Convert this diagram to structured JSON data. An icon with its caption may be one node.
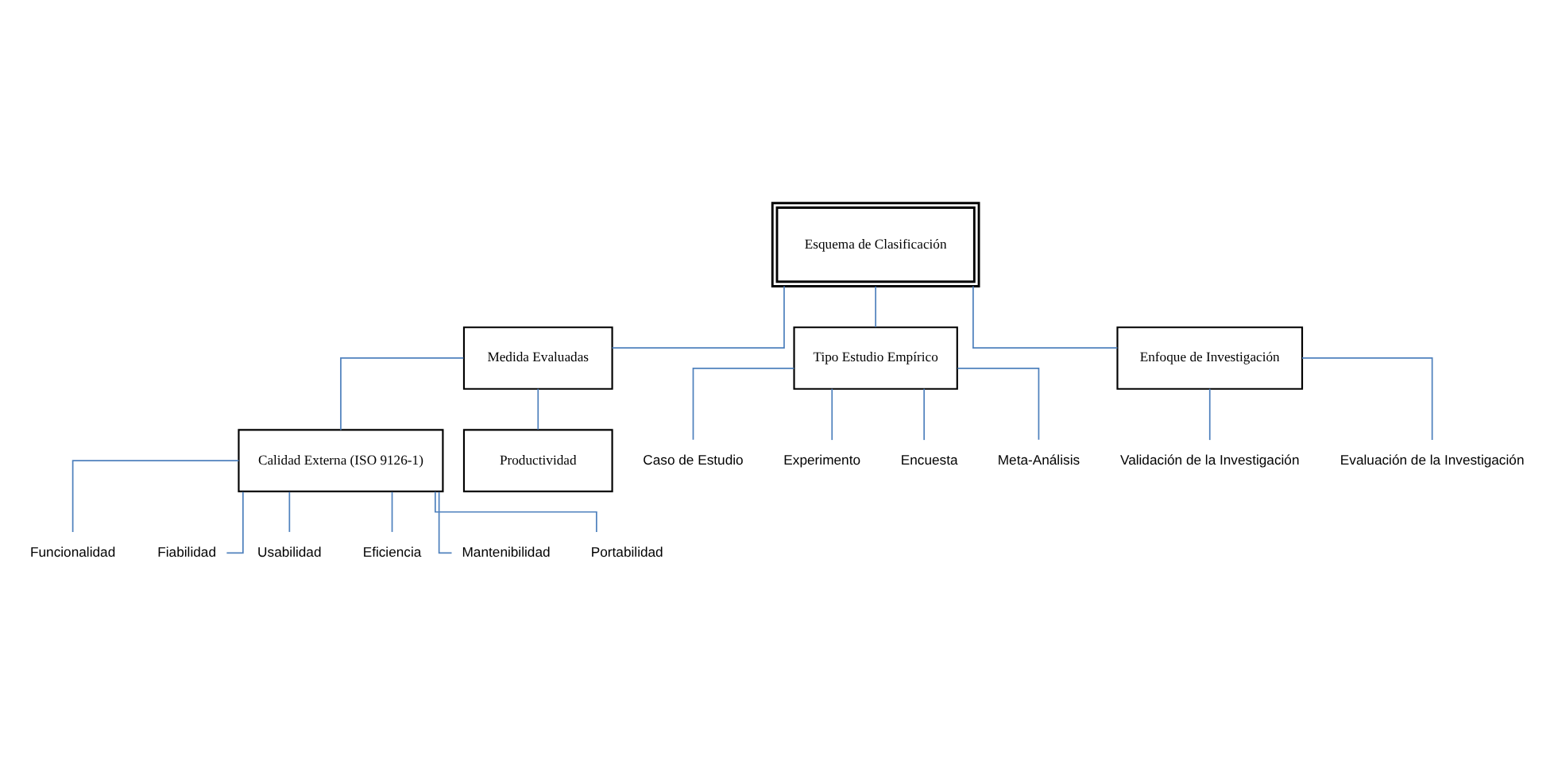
{
  "diagram": {
    "nodes": [
      {
        "text": [
          "Esquema de Clasificación"
        ]
      },
      {
        "text": [
          "Medida Evaluadas"
        ]
      },
      {
        "text": [
          "Tipo Estudio Empírico"
        ]
      },
      {
        "text": [
          "Enfoque de Investigación"
        ]
      },
      {
        "text": [
          "Calidad Externa (ISO 9126-1)"
        ]
      },
      {
        "text": [
          "Productividad"
        ]
      },
      {
        "text": [
          "Funcionalidad"
        ]
      },
      {
        "text": [
          "Fiabilidad"
        ]
      },
      {
        "text": [
          "Usabilidad"
        ]
      },
      {
        "text": [
          "Eficiencia"
        ]
      },
      {
        "text": [
          "Mantenibilidad"
        ]
      },
      {
        "text": [
          "Portabilidad"
        ]
      },
      {
        "text": [
          "Caso de Estudio"
        ]
      },
      {
        "text": [
          "Experimento"
        ]
      },
      {
        "text": [
          "Encuesta"
        ]
      },
      {
        "text": [
          "Meta-Análisis"
        ]
      },
      {
        "text": [
          "Validación de la Investigación"
        ]
      },
      {
        "text": [
          "Evaluación de la Investigación"
        ]
      }
    ],
    "edges": [
      {
        "from": 0,
        "to": 1,
        "arrow": "none"
      },
      {
        "from": 0,
        "to": 2,
        "arrow": "none"
      },
      {
        "from": 0,
        "to": 3,
        "arrow": "none"
      },
      {
        "from": 1,
        "to": 4,
        "arrow": "none"
      },
      {
        "from": 1,
        "to": 5,
        "arrow": "none"
      },
      {
        "from": 4,
        "to": 6,
        "arrow": "none"
      },
      {
        "from": 4,
        "to": 7,
        "arrow": "none"
      },
      {
        "from": 4,
        "to": 8,
        "arrow": "none"
      },
      {
        "from": 4,
        "to": 9,
        "arrow": "none"
      },
      {
        "from": 4,
        "to": 10,
        "arrow": "none"
      },
      {
        "from": 4,
        "to": 11,
        "arrow": "none"
      },
      {
        "from": 2,
        "to": 12,
        "arrow": "none"
      },
      {
        "from": 2,
        "to": 13,
        "arrow": "none"
      },
      {
        "from": 2,
        "to": 14,
        "arrow": "none"
      },
      {
        "from": 2,
        "to": 15,
        "arrow": "none"
      },
      {
        "from": 3,
        "to": 16,
        "arrow": "none"
      },
      {
        "from": 3,
        "to": 17,
        "arrow": "none"
      }
    ]
  }
}
